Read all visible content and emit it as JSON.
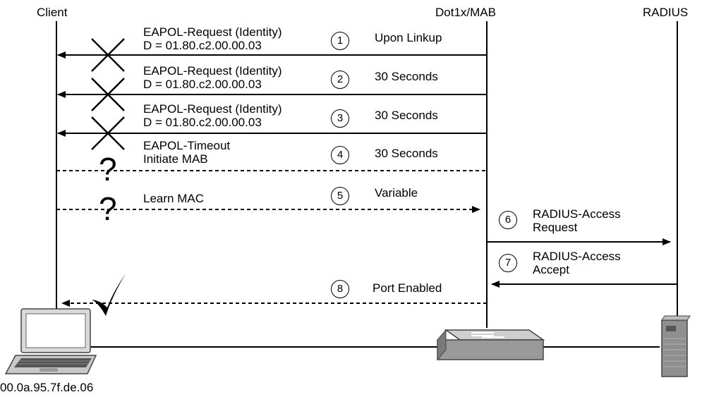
{
  "endpoints": {
    "client": "Client",
    "switch": "Dot1x/MAB",
    "radius": "RADIUS",
    "client_mac": "00.0a.95.7f.de.06"
  },
  "steps": [
    {
      "num": "1",
      "line1": "EAPOL-Request (Identity)",
      "line2": "D = 01.80.c2.00.00.03",
      "timing": "Upon Linkup"
    },
    {
      "num": "2",
      "line1": "EAPOL-Request (Identity)",
      "line2": "D = 01.80.c2.00.00.03",
      "timing": "30 Seconds"
    },
    {
      "num": "3",
      "line1": "EAPOL-Request (Identity)",
      "line2": "D = 01.80.c2.00.00.03",
      "timing": "30 Seconds"
    },
    {
      "num": "4",
      "line1": "EAPOL-Timeout",
      "line2": "Initiate MAB",
      "timing": "30 Seconds"
    },
    {
      "num": "5",
      "line1": "Learn MAC",
      "timing": "Variable"
    },
    {
      "num": "6",
      "line1": "RADIUS-Access",
      "line2": "Request"
    },
    {
      "num": "7",
      "line1": "RADIUS-Access",
      "line2": "Accept"
    },
    {
      "num": "8",
      "line1": "Port Enabled"
    }
  ],
  "marks": {
    "question": "?"
  }
}
